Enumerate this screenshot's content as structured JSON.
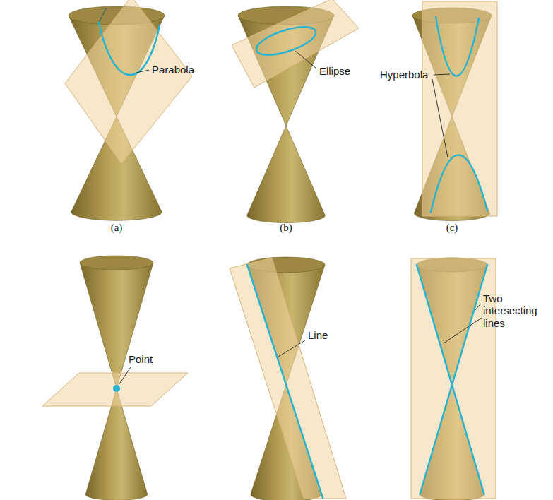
{
  "diagram": {
    "labels": [
      "Parabola",
      "Ellipse",
      "Hyperbola",
      "(a)",
      "(b)",
      "(c)",
      "Point",
      "Line",
      "Two intersecting lines"
    ]
  }
}
